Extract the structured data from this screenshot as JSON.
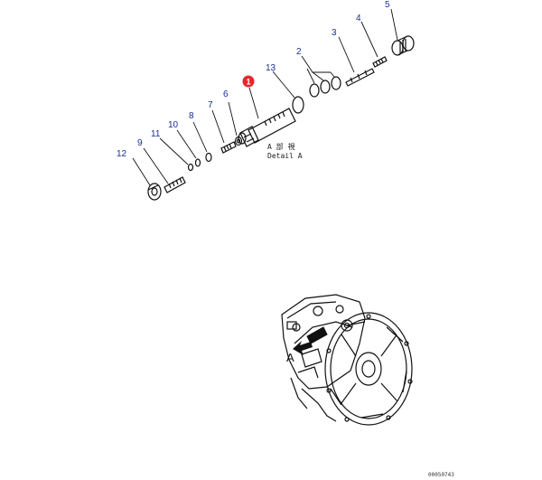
{
  "callouts": {
    "c1": "1",
    "c2": "2",
    "c3": "3",
    "c4": "4",
    "c5": "5",
    "c6": "6",
    "c7": "7",
    "c8": "8",
    "c9": "9",
    "c10": "10",
    "c11": "11",
    "c12": "12",
    "c13": "13"
  },
  "detail_label": {
    "jp": "A 部 視",
    "en": "Detail A"
  },
  "view_marker": "A",
  "document_number": "00050743",
  "colors": {
    "callout_number": "#1a2f8f",
    "highlight_callout": "#e8262b",
    "line": "#111111"
  }
}
